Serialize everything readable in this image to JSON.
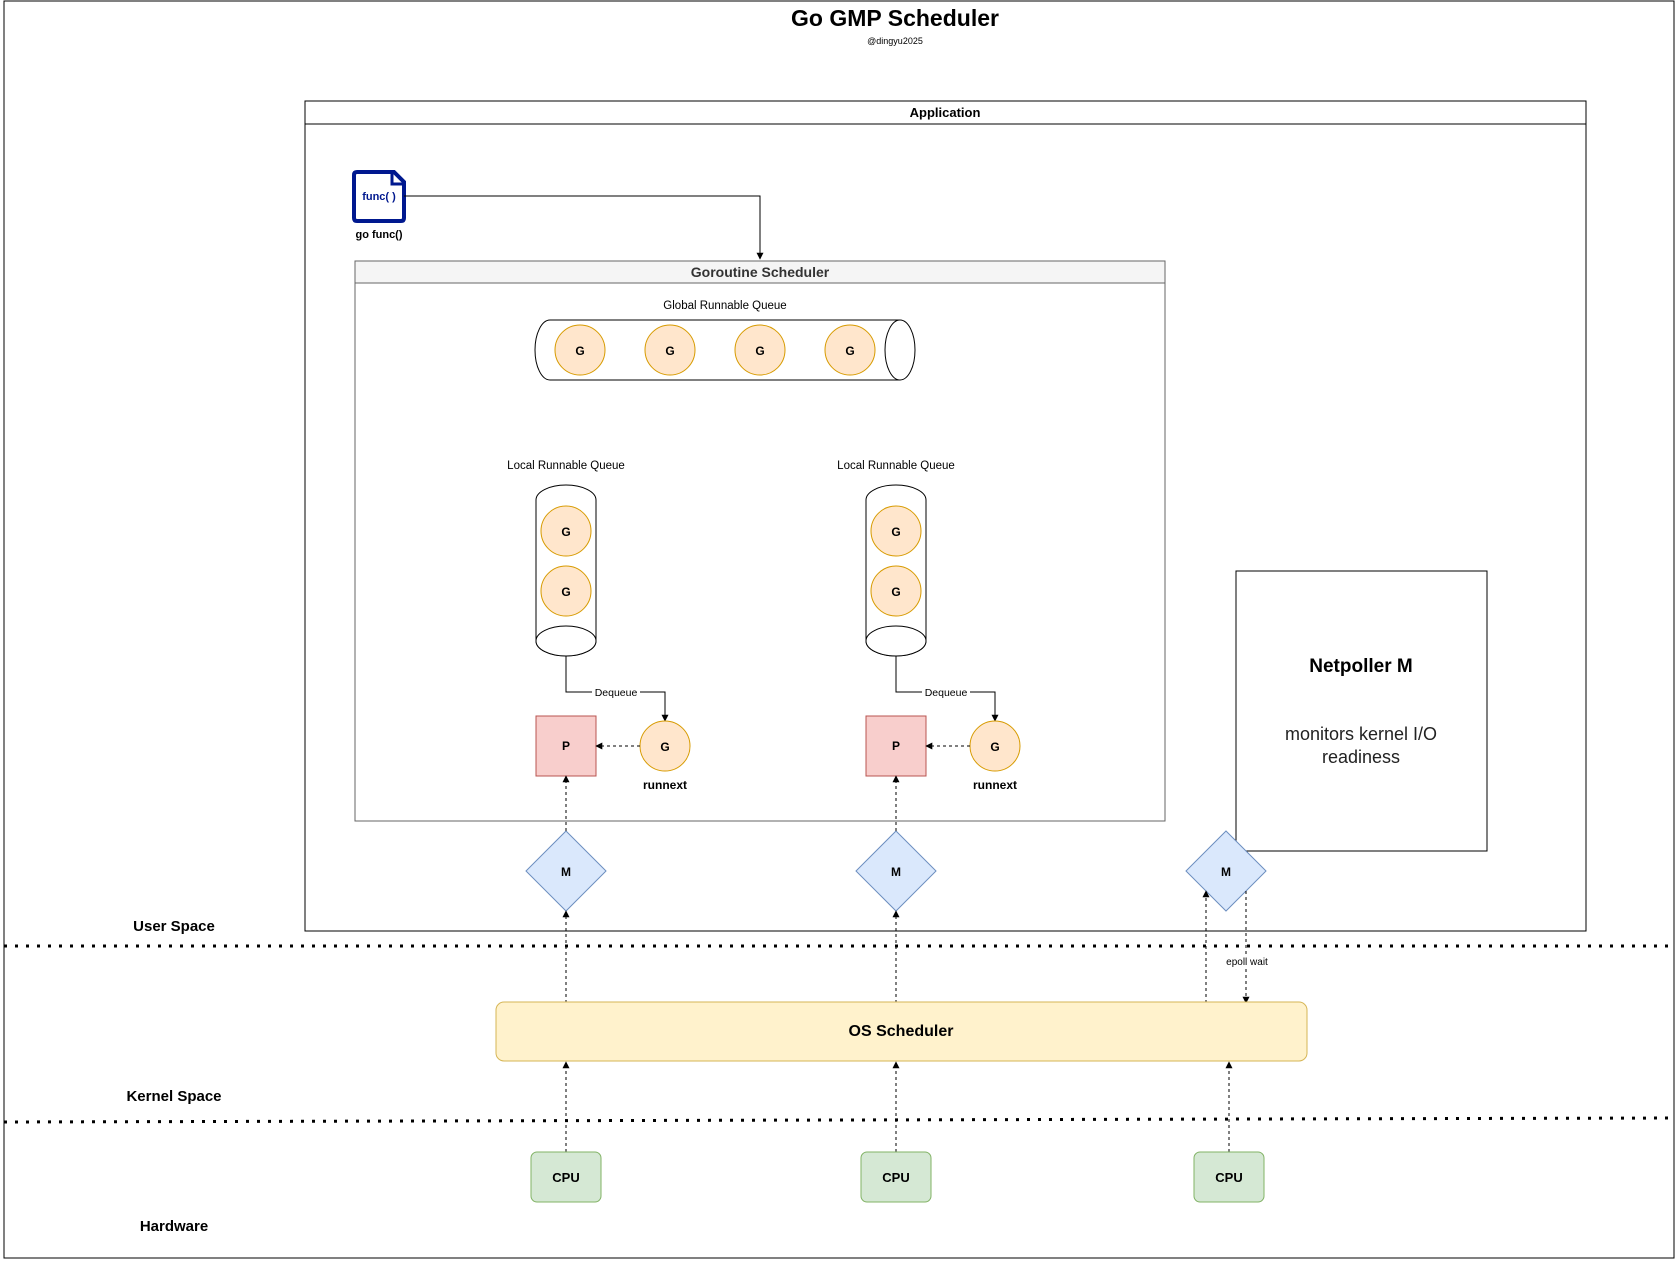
{
  "title": "Go GMP Scheduler",
  "author": "@dingyu2025",
  "layers": {
    "user_space": "User Space",
    "kernel_space": "Kernel Space",
    "hardware": "Hardware"
  },
  "application": {
    "title": "Application"
  },
  "go_func": {
    "icon_text": "func( )",
    "label": "go func()"
  },
  "goroutine_scheduler": {
    "title": "Goroutine Scheduler",
    "global_queue_label": "Global Runnable Queue",
    "global_goroutines": [
      "G",
      "G",
      "G",
      "G"
    ]
  },
  "processors": [
    {
      "local_queue_label": "Local Runnable Queue",
      "local_goroutines": [
        "G",
        "G"
      ],
      "dequeue_label": "Dequeue",
      "p_label": "P",
      "runnext_g": "G",
      "runnext_label": "runnext",
      "m_label": "M",
      "cpu_label": "CPU"
    },
    {
      "local_queue_label": "Local Runnable Queue",
      "local_goroutines": [
        "G",
        "G"
      ],
      "dequeue_label": "Dequeue",
      "p_label": "P",
      "runnext_g": "G",
      "runnext_label": "runnext",
      "m_label": "M",
      "cpu_label": "CPU"
    }
  ],
  "netpoller": {
    "title": "Netpoller M",
    "desc_line1": "monitors kernel I/O",
    "desc_line2": "readiness",
    "m_label": "M",
    "epoll_label": "epoll wait",
    "cpu_label": "CPU"
  },
  "os_scheduler": {
    "label": "OS Scheduler"
  },
  "colors": {
    "goroutine_fill": "#ffe6cc",
    "goroutine_stroke": "#d79b00",
    "p_fill": "#f8cecc",
    "p_stroke": "#b85450",
    "m_fill": "#dae8fc",
    "m_stroke": "#6c8ebf",
    "os_fill": "#fff2cc",
    "os_stroke": "#d6b656",
    "cpu_fill": "#d5e8d4",
    "cpu_stroke": "#82b366",
    "func_icon": "#00188f"
  }
}
